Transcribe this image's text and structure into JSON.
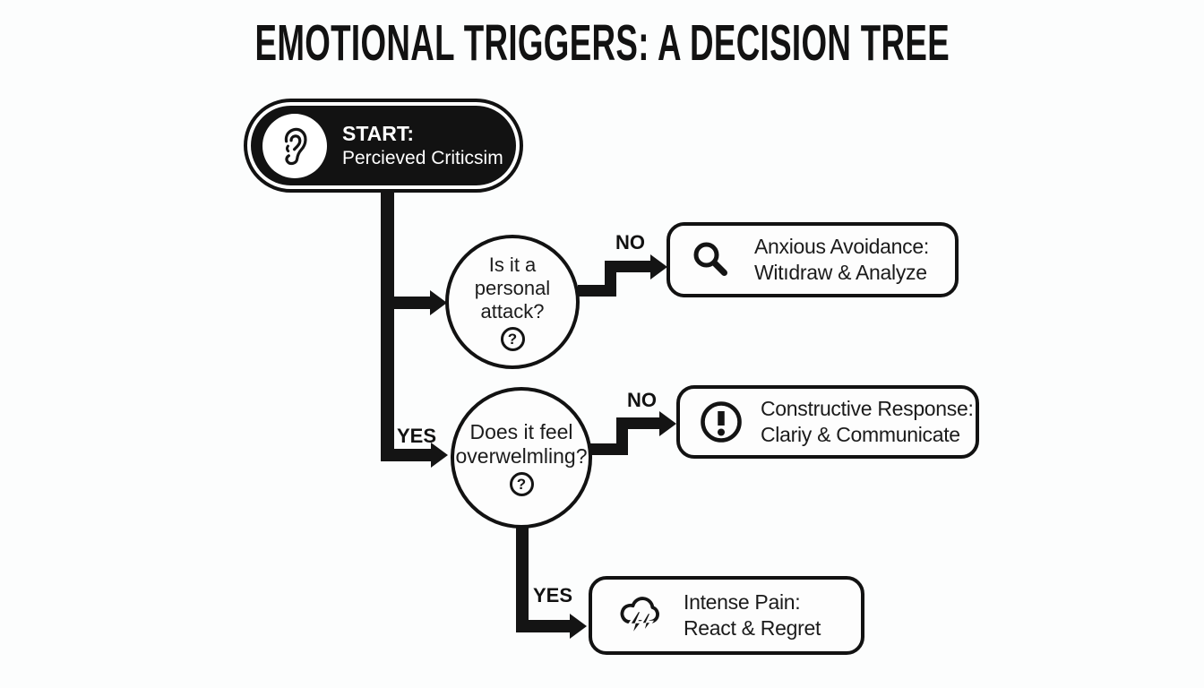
{
  "title": "EMOTIONAL TRIGGERS: A DECISION TREE",
  "colors": {
    "ink": "#141414",
    "background": "#fcfdfd",
    "node_fill": "#fdfdfd",
    "start_fill": "#121212",
    "start_text": "#ffffff"
  },
  "start": {
    "icon": "ear-icon",
    "label_bold": "START:",
    "label": "Percieved Criticsim"
  },
  "decisions": [
    {
      "icon": "question-mark-icon",
      "glyph": "?",
      "lines": [
        "Is it a",
        "personal",
        "attack?"
      ]
    },
    {
      "icon": "question-mark-icon",
      "glyph": "?",
      "lines": [
        "Does it feel",
        "overwelmling?"
      ]
    }
  ],
  "outcomes": [
    {
      "icon": "magnifier-icon",
      "title": "Anxious Avoidance:",
      "subtitle": "Witıdraw & Analyze"
    },
    {
      "icon": "exclamation-icon",
      "title": "Constructive Response:",
      "subtitle": "Clariy & Communicate"
    },
    {
      "icon": "storm-cloud-icon",
      "title": "Intense Pain:",
      "subtitle": "React & Regret"
    }
  ],
  "edges": {
    "to_outcome_1": "NO",
    "to_outcome_2": "NO",
    "to_decision_2": "YES",
    "to_outcome_3": "YES"
  }
}
